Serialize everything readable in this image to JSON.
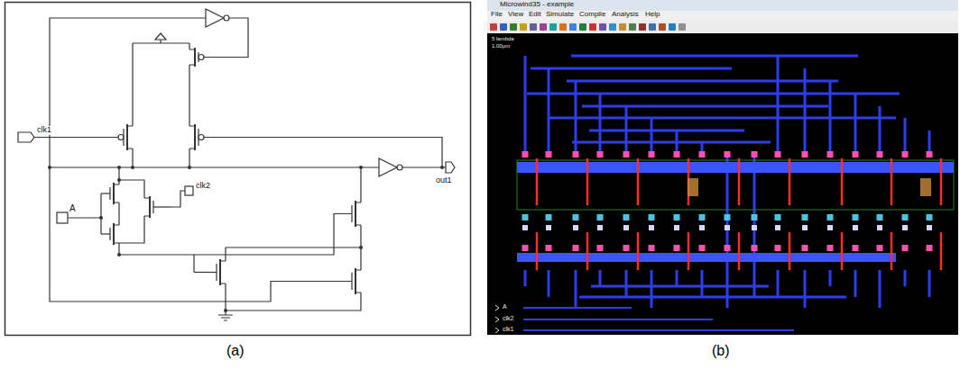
{
  "diagram": {
    "labels": [
      "clk1",
      "A",
      "clk2",
      "out1",
      "(a)",
      "Microwind35 - example",
      "File",
      "View",
      "Edit",
      "Simulate",
      "Compile",
      "Analysis",
      "Help",
      "5 lambda",
      "1.00µm",
      "A",
      "clk2",
      "clk1",
      "(b)"
    ]
  }
}
